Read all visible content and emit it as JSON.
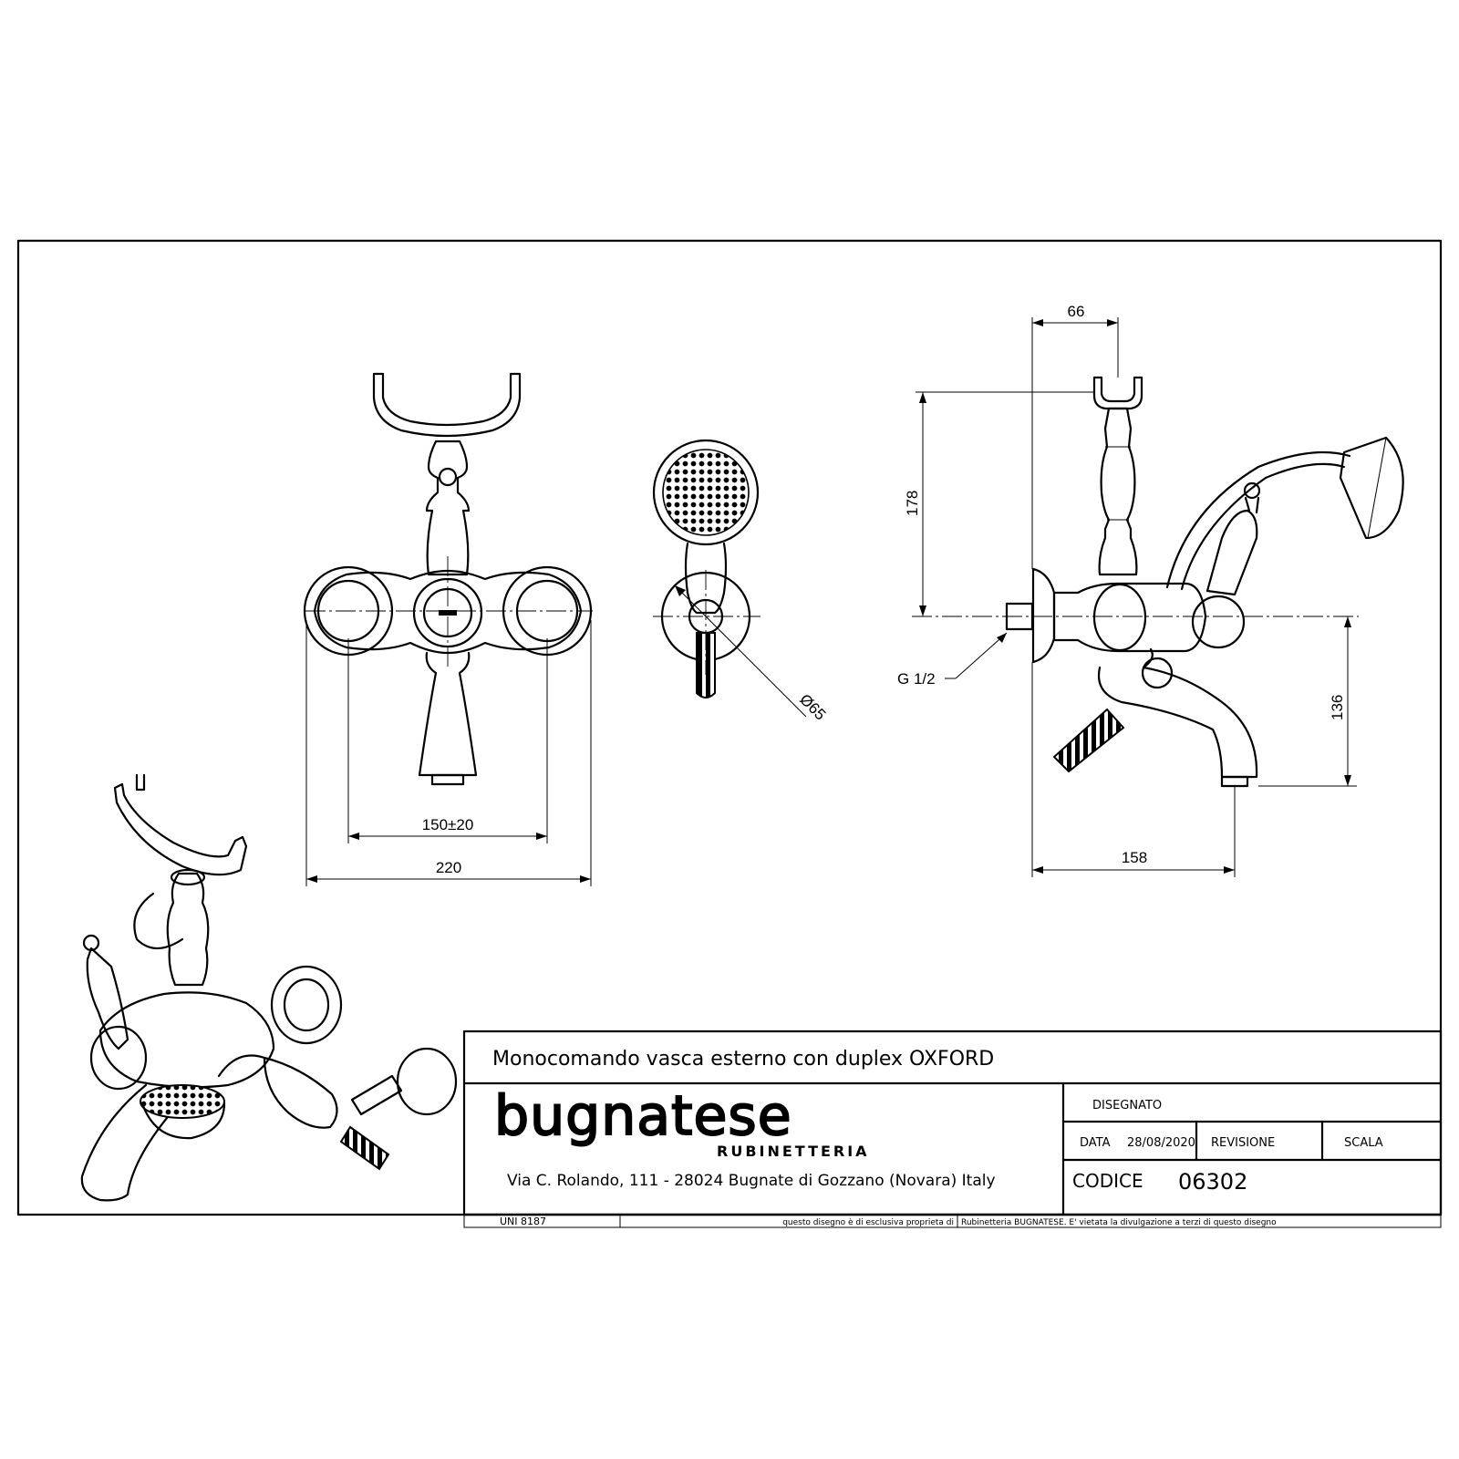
{
  "drawing": {
    "title": "Monocomando vasca esterno con duplex OXFORD",
    "brand": "bugnatese",
    "brand_sub": "RUBINETTERIA",
    "address": "Via C. Rolando, 111 - 28024 Bugnate di Gozzano (Novara) Italy",
    "standard": "UNI 8187",
    "notice_left": "questo disegno è di esclusiva proprieta di",
    "notice_right": "Rubinetteria BUGNATESE. E' vietata la divulgazione a terzi di questo disegno"
  },
  "title_block": {
    "drawn_label": "DISEGNATO",
    "date_label": "DATA",
    "date_value": "28/08/2020",
    "revision_label": "REVISIONE",
    "scale_label": "SCALA",
    "code_label": "CODICE",
    "code_value": "06302"
  },
  "dimensions": {
    "front_inner_width": "150±20",
    "front_overall_width": "220",
    "handshower_diameter": "Ø65",
    "side_top_width": "66",
    "side_height_upper": "178",
    "side_height_lower": "136",
    "side_depth": "158",
    "thread": "G 1/2"
  }
}
